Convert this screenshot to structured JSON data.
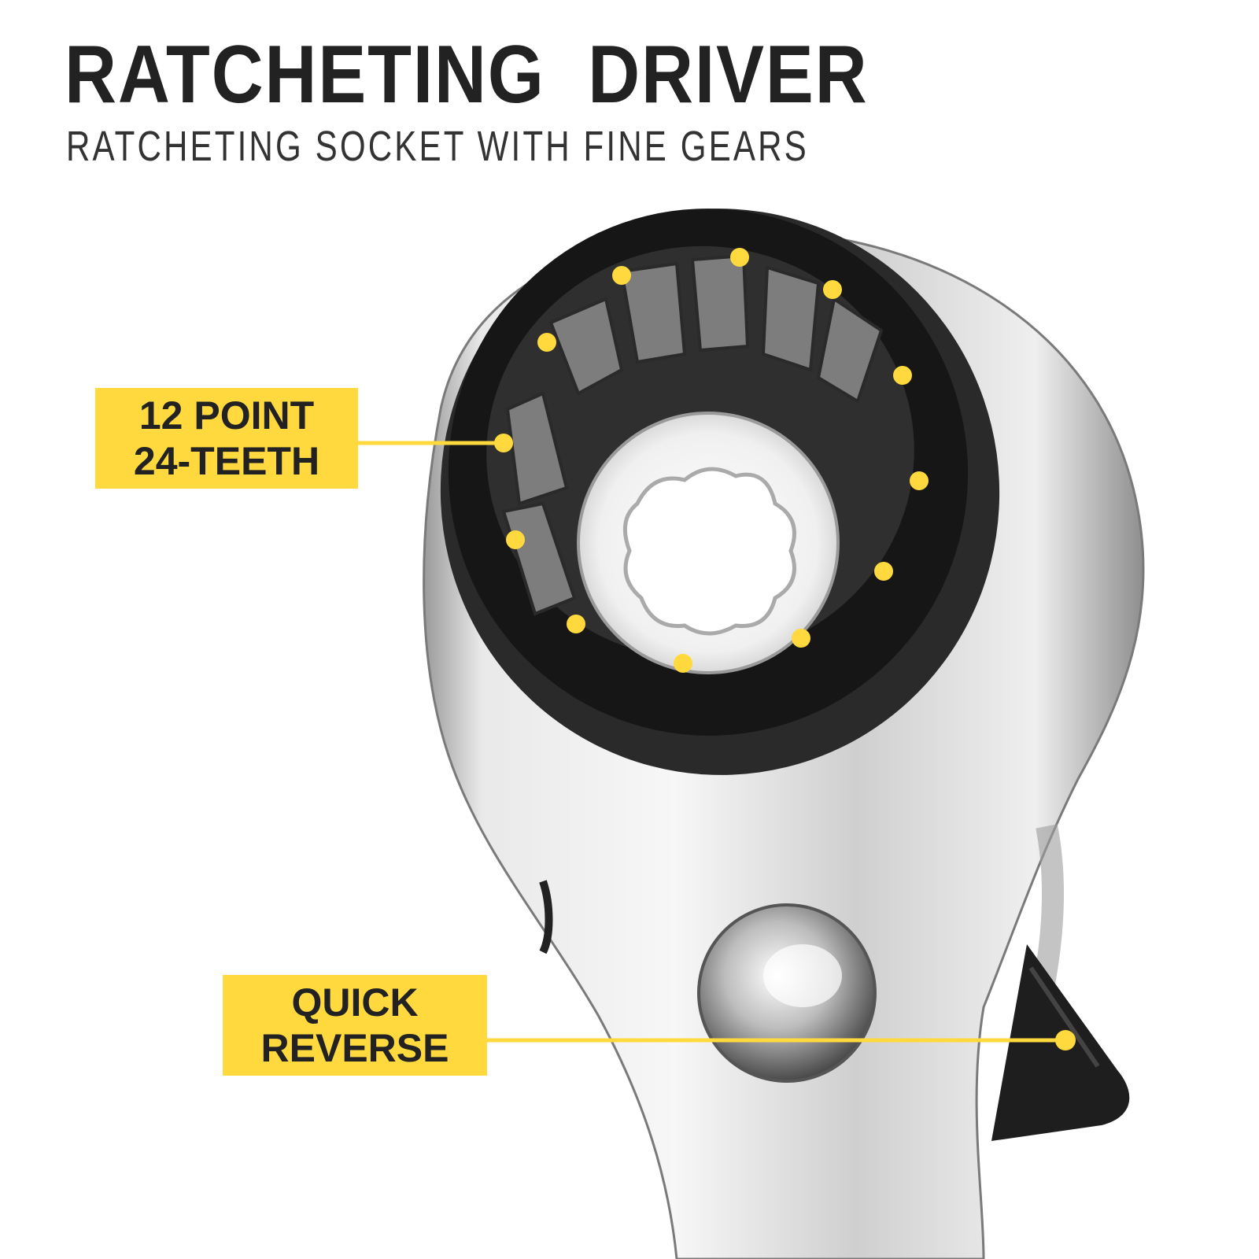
{
  "header": {
    "title": "RATCHETING  DRIVER",
    "subtitle": "RATCHETING SOCKET WITH FINE GEARS"
  },
  "callouts": {
    "point12": {
      "line1": "12 POINT",
      "line2": "24-TEETH"
    },
    "quick_reverse": {
      "line1": "QUICK",
      "line2": "REVERSE"
    }
  },
  "colors": {
    "accent": "#FFD93D",
    "text_dark": "#222222",
    "socket_black": "#1b1b1b",
    "chrome": "#d6d6d6"
  }
}
